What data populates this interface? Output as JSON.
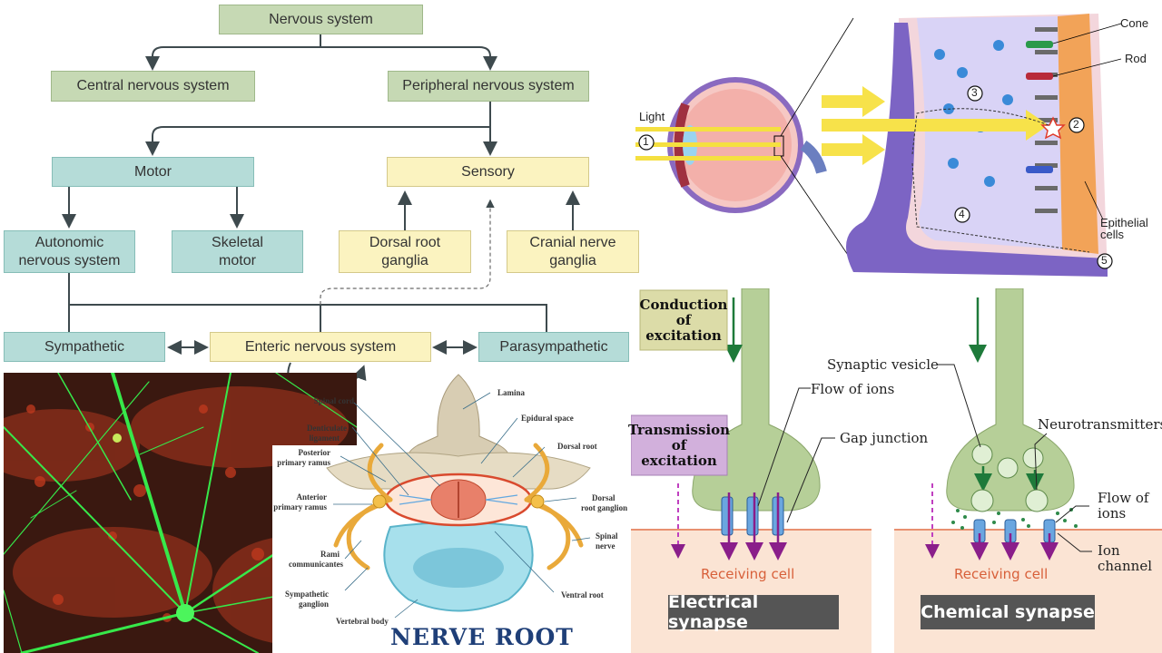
{
  "flowchart": {
    "nervous_system": "Nervous system",
    "central": "Central nervous system",
    "peripheral": "Peripheral nervous system",
    "motor": "Motor",
    "sensory": "Sensory",
    "autonomic": [
      "Autonomic",
      "nervous system"
    ],
    "skeletal": [
      "Skeletal",
      "motor"
    ],
    "dorsal_root": [
      "Dorsal root",
      "ganglia"
    ],
    "cranial_nerve": [
      "Cranial nerve",
      "ganglia"
    ],
    "sympathetic": "Sympathetic",
    "enteric": "Enteric nervous system",
    "parasympathetic": "Parasympathetic"
  },
  "eye": {
    "light": "Light",
    "cone": "Cone",
    "rod": "Rod",
    "epithelial": [
      "Epithelial",
      "cells"
    ],
    "markers": [
      "1",
      "2",
      "3",
      "4",
      "5"
    ]
  },
  "nerve_root": {
    "title": "NERVE ROOT",
    "labels_left": [
      "Spinal cord",
      "Denticulate",
      "ligament",
      "Posterior",
      "primary ramus",
      "Anterior",
      "primary ramus",
      "Rami",
      "communicantes",
      "Sympathetic",
      "ganglion",
      "Vertebral body"
    ],
    "labels_right": [
      "Lamina",
      "Epidural space",
      "Dorsal root",
      "Dorsal",
      "root ganglion",
      "Spinal",
      "nerve",
      "Ventral root"
    ]
  },
  "synapse": {
    "conduction": [
      "Conduction",
      "of",
      "excitation"
    ],
    "transmission": [
      "Transmission",
      "of",
      "excitation"
    ],
    "flow_of_ions": "Flow of ions",
    "gap_junction": "Gap junction",
    "synaptic_vesicle": "Synaptic vesicle",
    "neurotransmitters": "Neurotransmitters",
    "flow_of_ions_2": [
      "Flow of",
      "ions"
    ],
    "ion_channel": [
      "Ion",
      "channel"
    ],
    "receiving_cell": "Receiving cell",
    "electrical": "Electrical synapse",
    "chemical": "Chemical synapse"
  },
  "colors": {
    "green_box": "#c6d9b4",
    "teal_box": "#b5dcd8",
    "yellow_box": "#fbf3c0",
    "neuron_green": "#2ee640",
    "neuron_red": "#a03018"
  }
}
